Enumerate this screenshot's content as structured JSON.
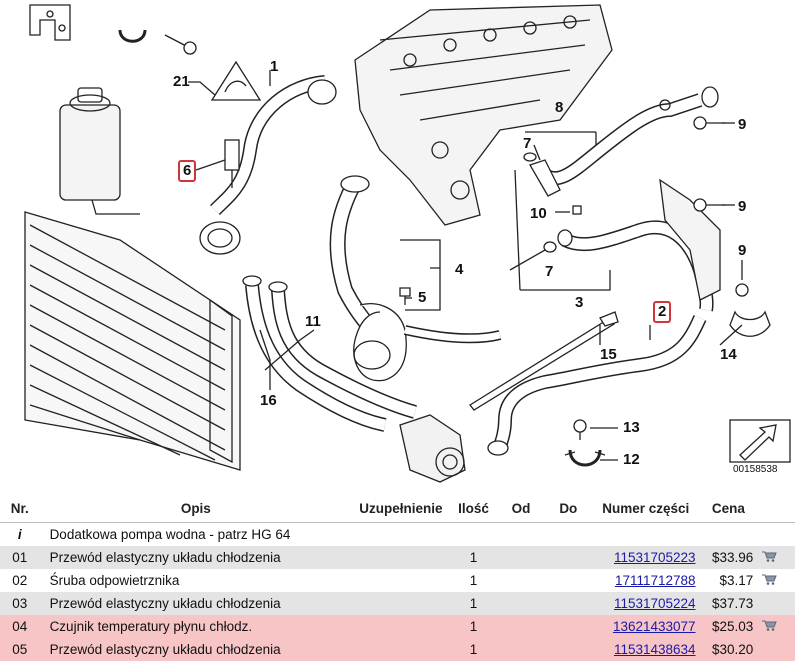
{
  "diagram": {
    "callouts": [
      "1",
      "2",
      "3",
      "4",
      "5",
      "6",
      "7",
      "7",
      "8",
      "9",
      "9",
      "9",
      "10",
      "11",
      "12",
      "13",
      "14",
      "15",
      "16",
      "21"
    ],
    "diagram_id": "00158538"
  },
  "table": {
    "headers": {
      "nr": "Nr.",
      "opis": "Opis",
      "uzup": "Uzupełnienie",
      "ilosc": "Ilość",
      "od": "Od",
      "do": "Do",
      "part": "Numer części",
      "price": "Cena"
    },
    "rows": [
      {
        "nr": "i",
        "opis": "Dodatkowa pompa wodna - patrz HG 64",
        "ilosc": "",
        "part": "",
        "price": "",
        "style": "white"
      },
      {
        "nr": "01",
        "opis": "Przewód elastyczny układu chłodzenia",
        "ilosc": "1",
        "part": "11531705223",
        "price": "$33.96",
        "style": "grey"
      },
      {
        "nr": "02",
        "opis": "Śruba odpowietrznika",
        "ilosc": "1",
        "part": "17111712788",
        "price": "$3.17",
        "style": "white"
      },
      {
        "nr": "03",
        "opis": "Przewód elastyczny układu chłodzenia",
        "ilosc": "1",
        "part": "11531705224",
        "price": "$37.73",
        "style": "grey"
      },
      {
        "nr": "04",
        "opis": "Czujnik temperatury płynu chłodz.",
        "ilosc": "1",
        "part": "13621433077",
        "price": "$25.03",
        "style": "pink"
      },
      {
        "nr": "05",
        "opis": "Przewód elastyczny układu chłodzenia",
        "ilosc": "1",
        "part": "11531438634",
        "price": "$30.20",
        "style": "pink"
      }
    ]
  },
  "colors": {
    "highlight_border": "#d0353a",
    "row_grey": "#e4e4e4",
    "row_pink": "#f8c5c7",
    "link": "#1a1aa8"
  }
}
